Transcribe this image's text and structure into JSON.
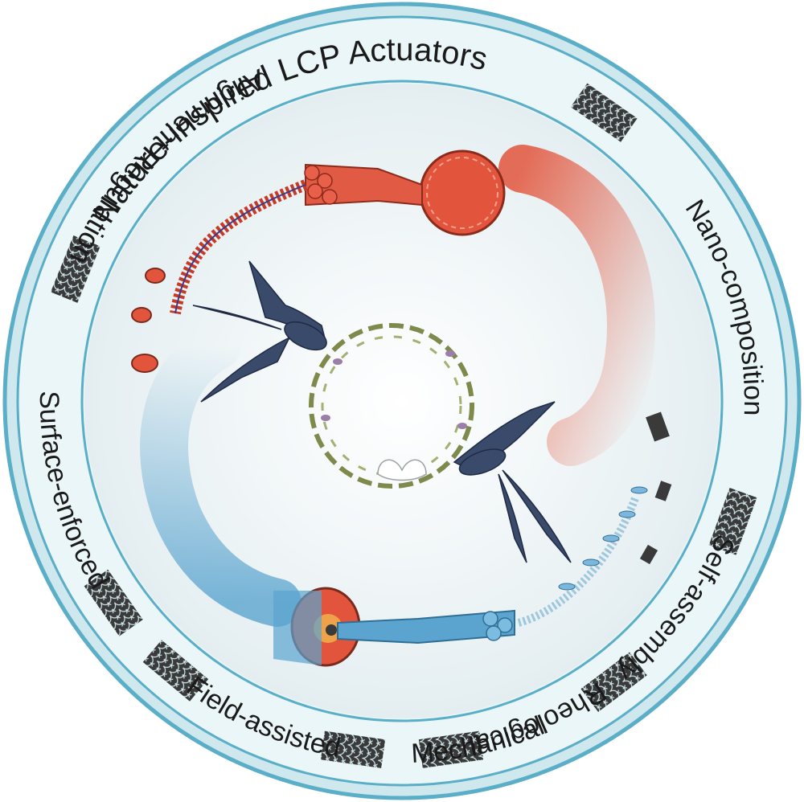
{
  "title": "Nature-inspired LCP Actuators",
  "segments": [
    {
      "label": "Nano-composition"
    },
    {
      "label": "Self-assembly"
    },
    {
      "label": "Rheological"
    },
    {
      "label": "Mechanical"
    },
    {
      "label": "Field-assisted"
    },
    {
      "label": "Surface-enforced"
    },
    {
      "label": "Alignment Regulation"
    }
  ],
  "colors": {
    "ring_outer": "#5aaec7",
    "ring_fill": "#eaf6f8",
    "disc": "#f2f7f8",
    "muscle_red": "#e2553c",
    "fiber_blue": "#4d9ac6",
    "swallow": "#3a4a6b",
    "wreath_green": "#8c9a5a",
    "divider_pattern": "#2f2f2f"
  },
  "icons": [
    "swallow-icon",
    "olive-wreath-icon",
    "muscle-fiber-icon",
    "blue-fiber-icon",
    "mitochondria-icon",
    "graphene-sheet-icon",
    "flower-icon"
  ]
}
